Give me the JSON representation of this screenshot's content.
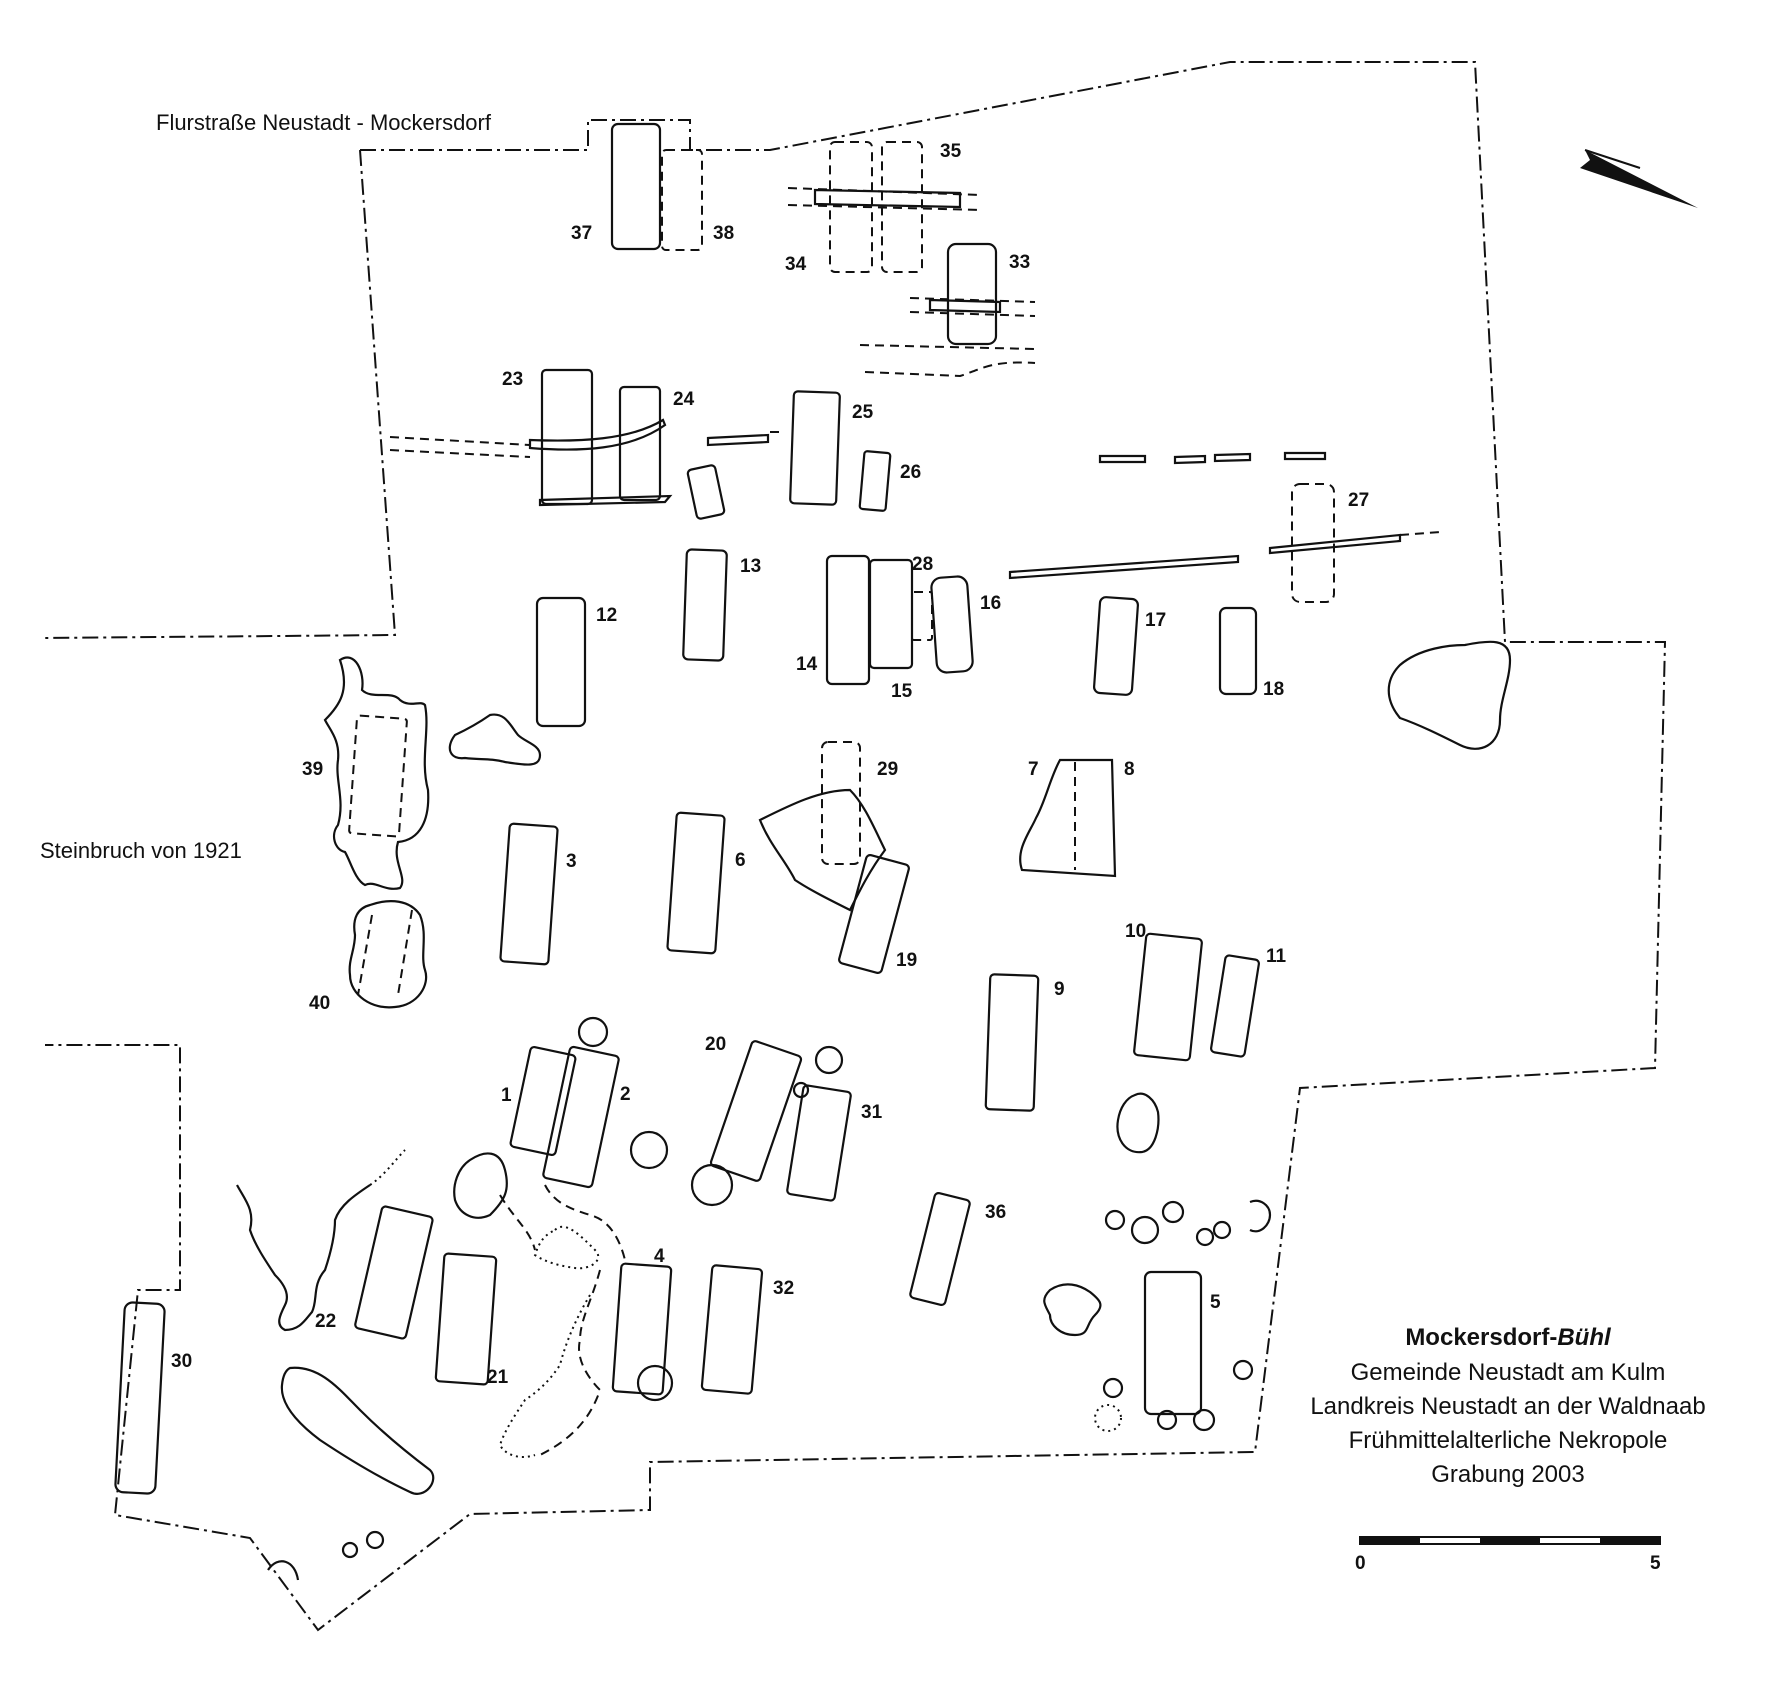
{
  "labels": {
    "road": "Flurstraße Neustadt - Mockersdorf",
    "quarry": "Steinbruch von 1921"
  },
  "title": {
    "site_main": "Mockersdorf-",
    "site_italic": "Bühl",
    "line1": "Gemeinde Neustadt am Kulm",
    "line2": "Landkreis Neustadt an der Waldnaab",
    "line3": "Frühmittelalterliche Nekropole",
    "line4": "Grabung 2003"
  },
  "scale": {
    "start": "0",
    "end": "5"
  },
  "graves": {
    "g1": "1",
    "g2": "2",
    "g3": "3",
    "g4": "4",
    "g5": "5",
    "g6": "6",
    "g7": "7",
    "g8": "8",
    "g9": "9",
    "g10": "10",
    "g11": "11",
    "g12": "12",
    "g13": "13",
    "g14": "14",
    "g15": "15",
    "g16": "16",
    "g17": "17",
    "g18": "18",
    "g19": "19",
    "g20": "20",
    "g21": "21",
    "g22": "22",
    "g23": "23",
    "g24": "24",
    "g25": "25",
    "g26": "26",
    "g27": "27",
    "g28": "28",
    "g29": "29",
    "g30": "30",
    "g31": "31",
    "g32": "32",
    "g33": "33",
    "g34": "34",
    "g35": "35",
    "g36": "36",
    "g37": "37",
    "g38": "38",
    "g39": "39",
    "g40": "40"
  },
  "icons": {
    "north": "north-arrow-icon"
  }
}
